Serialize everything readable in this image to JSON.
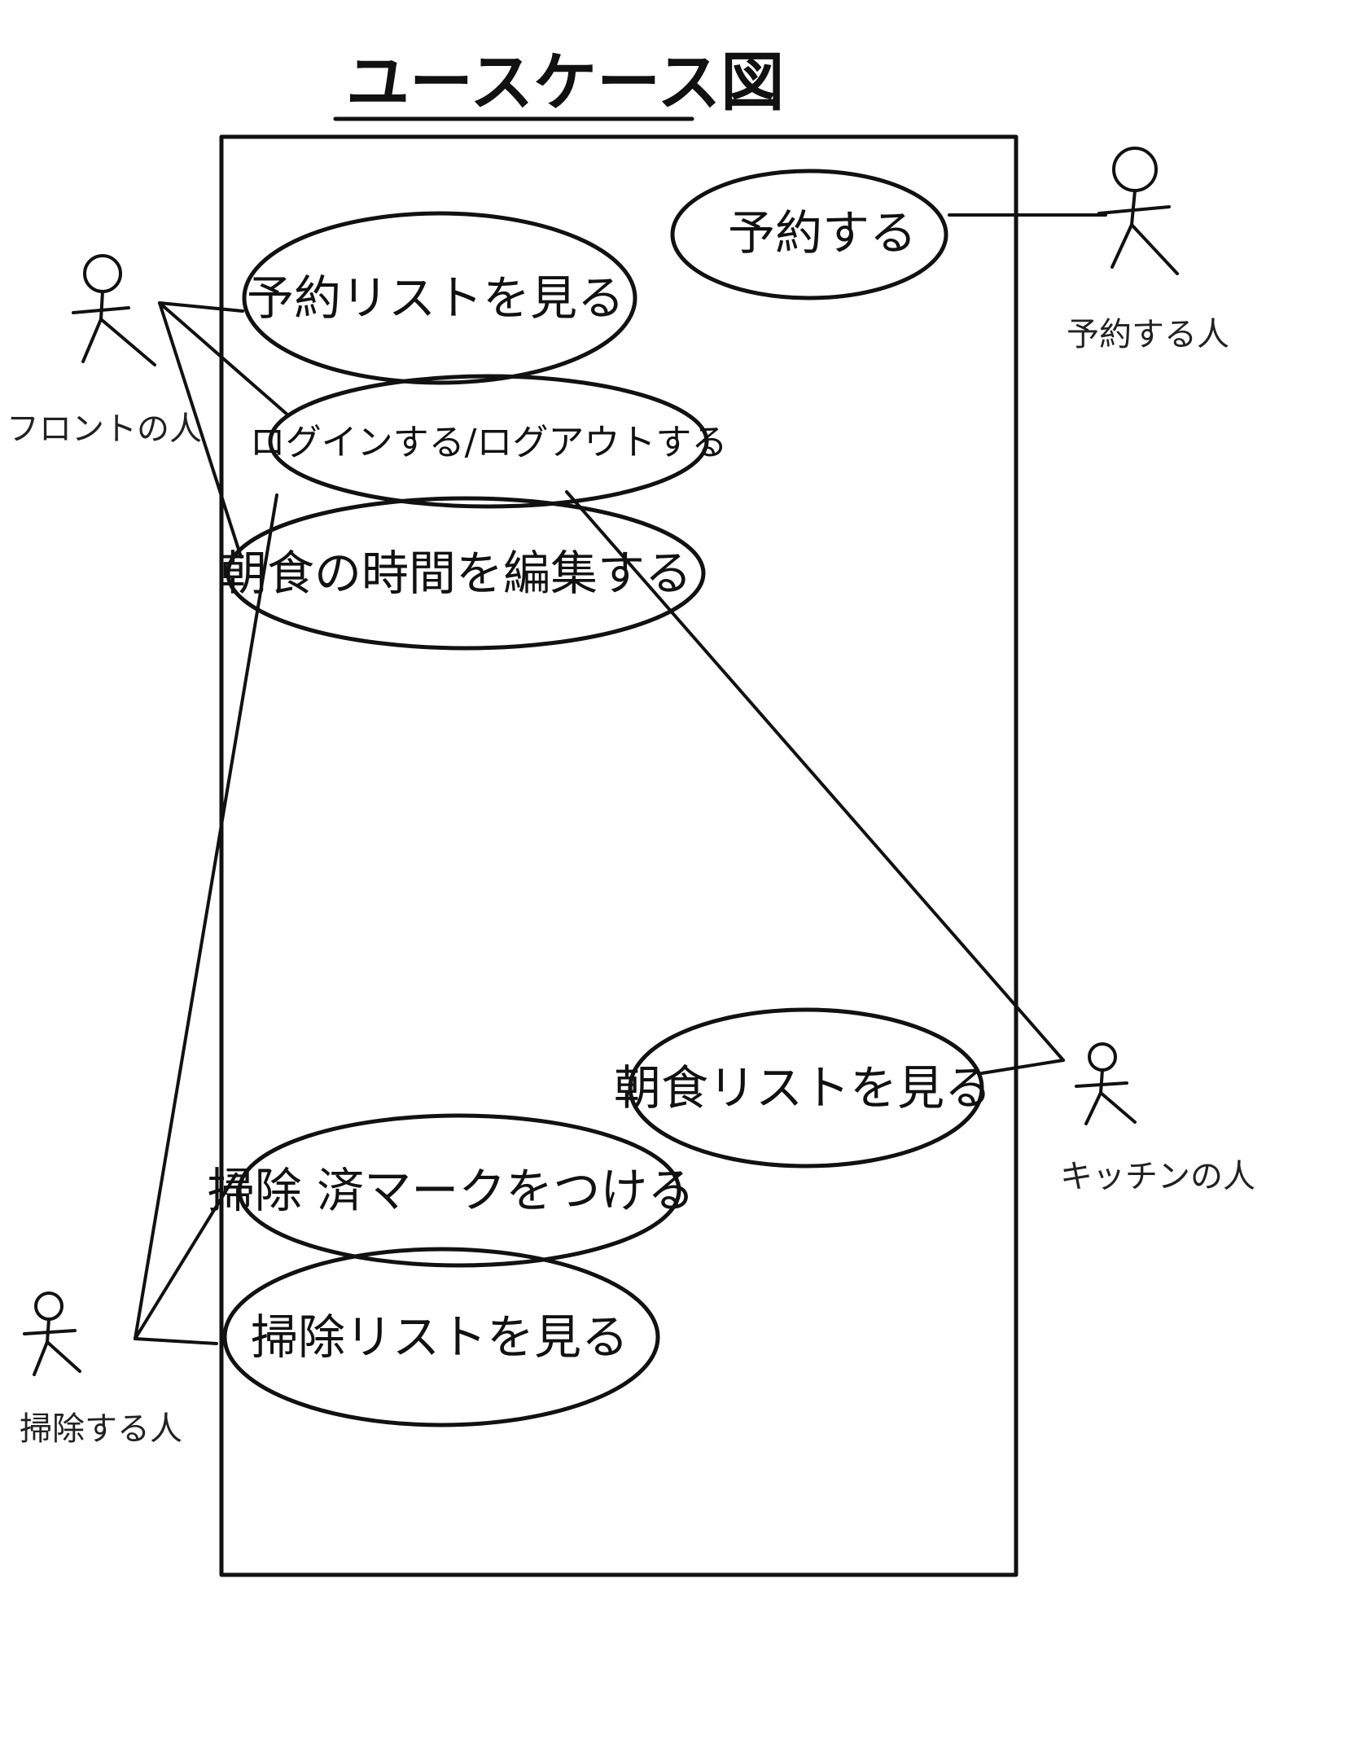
{
  "title": "ユースケース図",
  "actors": {
    "front": {
      "label": "フロントの人"
    },
    "reserver": {
      "label": "予約する人"
    },
    "kitchen": {
      "label": "キッチンの人"
    },
    "cleaner": {
      "label": "掃除する人"
    }
  },
  "use_cases": {
    "reserve": {
      "label": "予約する"
    },
    "view_reservations": {
      "label": "予約リストを見る"
    },
    "login_logout": {
      "label": "ログインする/ログアウトする"
    },
    "edit_breakfast_time": {
      "label": "朝食の時間を編集する"
    },
    "view_breakfast_list": {
      "label": "朝食リストを見る"
    },
    "mark_cleaned": {
      "label": "掃除 済マークをつける"
    },
    "view_cleaning_list": {
      "label": "掃除リストを見る"
    }
  }
}
